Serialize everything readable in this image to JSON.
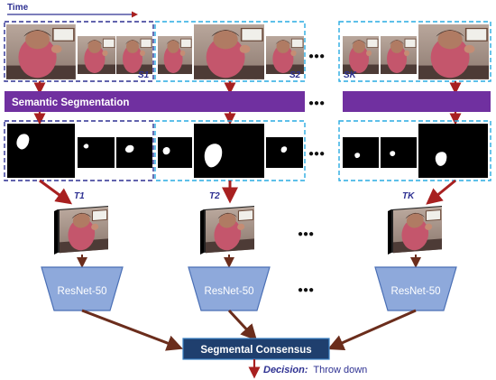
{
  "time_label": "Time",
  "colors": {
    "navy": "#2e3192",
    "cyan": "#29abe2",
    "purple": "#7030a0",
    "arrow": "#a82020",
    "arrow_dark": "#6b2d1c",
    "resnet_fill": "#8ea9db",
    "resnet_border": "#4a6fb5",
    "consensus_fill": "#1f3f6e",
    "consensus_border": "#3b82c4"
  },
  "segments": [
    {
      "label": "S1"
    },
    {
      "label": "S2"
    },
    {
      "label": "SK"
    }
  ],
  "semantic_segmentation_label": "Semantic Segmentation",
  "selected_frames": [
    {
      "label": "T1"
    },
    {
      "label": "T2"
    },
    {
      "label": "TK"
    }
  ],
  "backbone_label": "ResNet-50",
  "ellipsis": "●●●",
  "consensus_label": "Segmental Consensus",
  "decision": {
    "prefix": "Decision:",
    "value": "Throw down"
  }
}
